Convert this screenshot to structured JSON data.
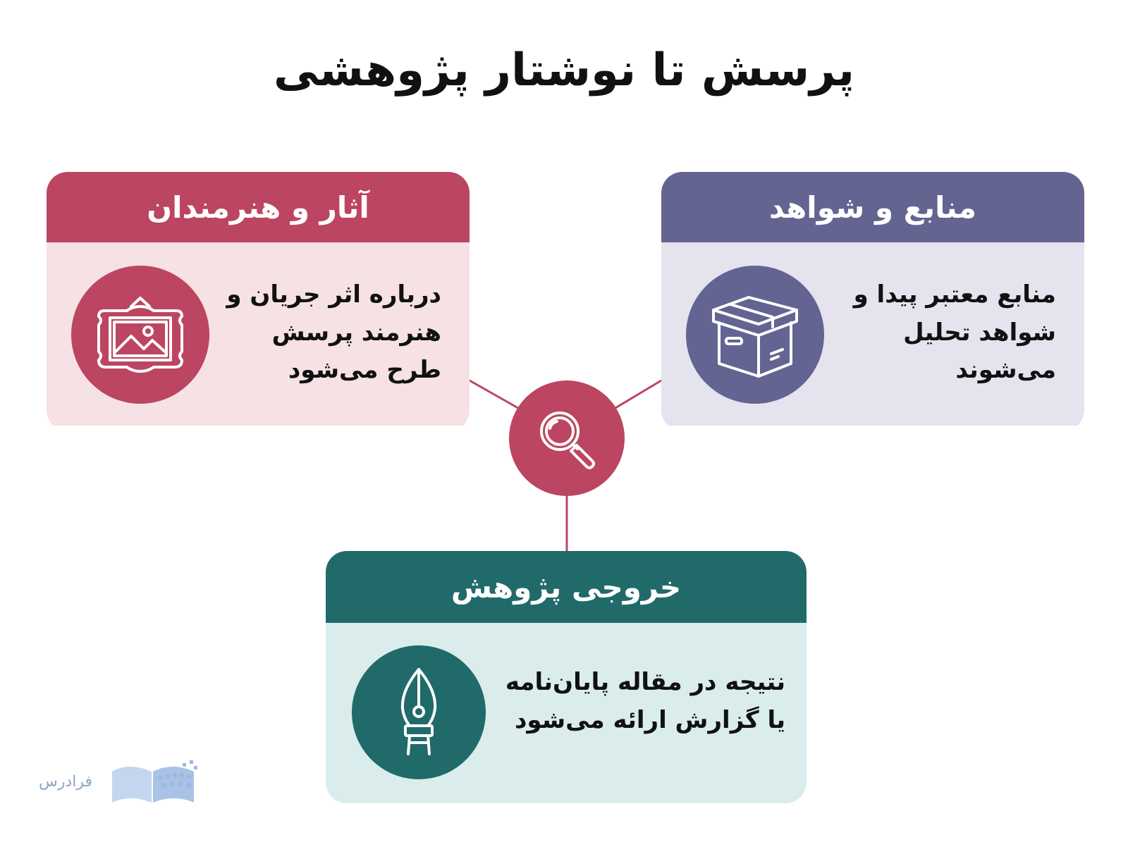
{
  "title": "پرسش تا نوشتار پژوهشی",
  "cards": {
    "art": {
      "title": "آثار و هنرمندان",
      "text": "درباره اثر جریان و هنرمند پرسش طرح می‌شود",
      "icon": "framed-picture-icon",
      "color": "#bc4561"
    },
    "sources": {
      "title": "منابع و شواهد",
      "text": "منابع معتبر پیدا و شواهد تحلیل می‌شوند",
      "icon": "box-icon",
      "color": "#636491"
    },
    "output": {
      "title": "خروجی پژوهش",
      "text": "نتیجه در مقاله پایان‌نامه یا گزارش ارائه می‌شود",
      "icon": "fountain-pen-nib-icon",
      "color": "#216a6a"
    }
  },
  "hub": {
    "icon": "magnifier-icon",
    "color": "#bc4561"
  },
  "logo": {
    "text": "فرادرس"
  }
}
